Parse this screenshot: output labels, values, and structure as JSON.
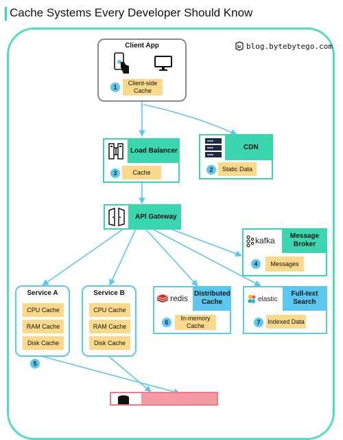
{
  "title": "Cache Systems Every Developer Should Know",
  "brand": {
    "text": "blog.bytebytego.com",
    "icon": "bytebytego-logo-icon"
  },
  "client": {
    "title": "Client App",
    "step": "1",
    "cache": "Client-side Cache"
  },
  "load_balancer": {
    "title": "Load Balancer",
    "step": "3",
    "cache": "Cache"
  },
  "cdn": {
    "title": "CDN",
    "step": "2",
    "cache": "Static Data"
  },
  "api_gateway": {
    "title": "API Gateway"
  },
  "kafka": {
    "logo": "kafka",
    "title": "Message Broker",
    "step": "4",
    "cache": "Messages"
  },
  "service_a": {
    "title": "Service A",
    "items": [
      "CPU Cache",
      "RAM Cache",
      "Disk Cache"
    ]
  },
  "service_b": {
    "title": "Service B",
    "items": [
      "CPU Cache",
      "RAM Cache",
      "Disk Cache"
    ]
  },
  "redis": {
    "logo": "redis",
    "title": "Distributed Cache",
    "step": "6",
    "cache": "In-memory Cache"
  },
  "elastic": {
    "logo": "elastic",
    "title": "Full-text Search",
    "step": "7",
    "cache": "Indexed Data"
  },
  "services_step": "5",
  "colors": {
    "teal": "#3ad6b0",
    "blue": "#5bc7ef",
    "yellow": "#fbd98a",
    "pink": "#f59ba3",
    "gray": "#8a8a8a"
  }
}
